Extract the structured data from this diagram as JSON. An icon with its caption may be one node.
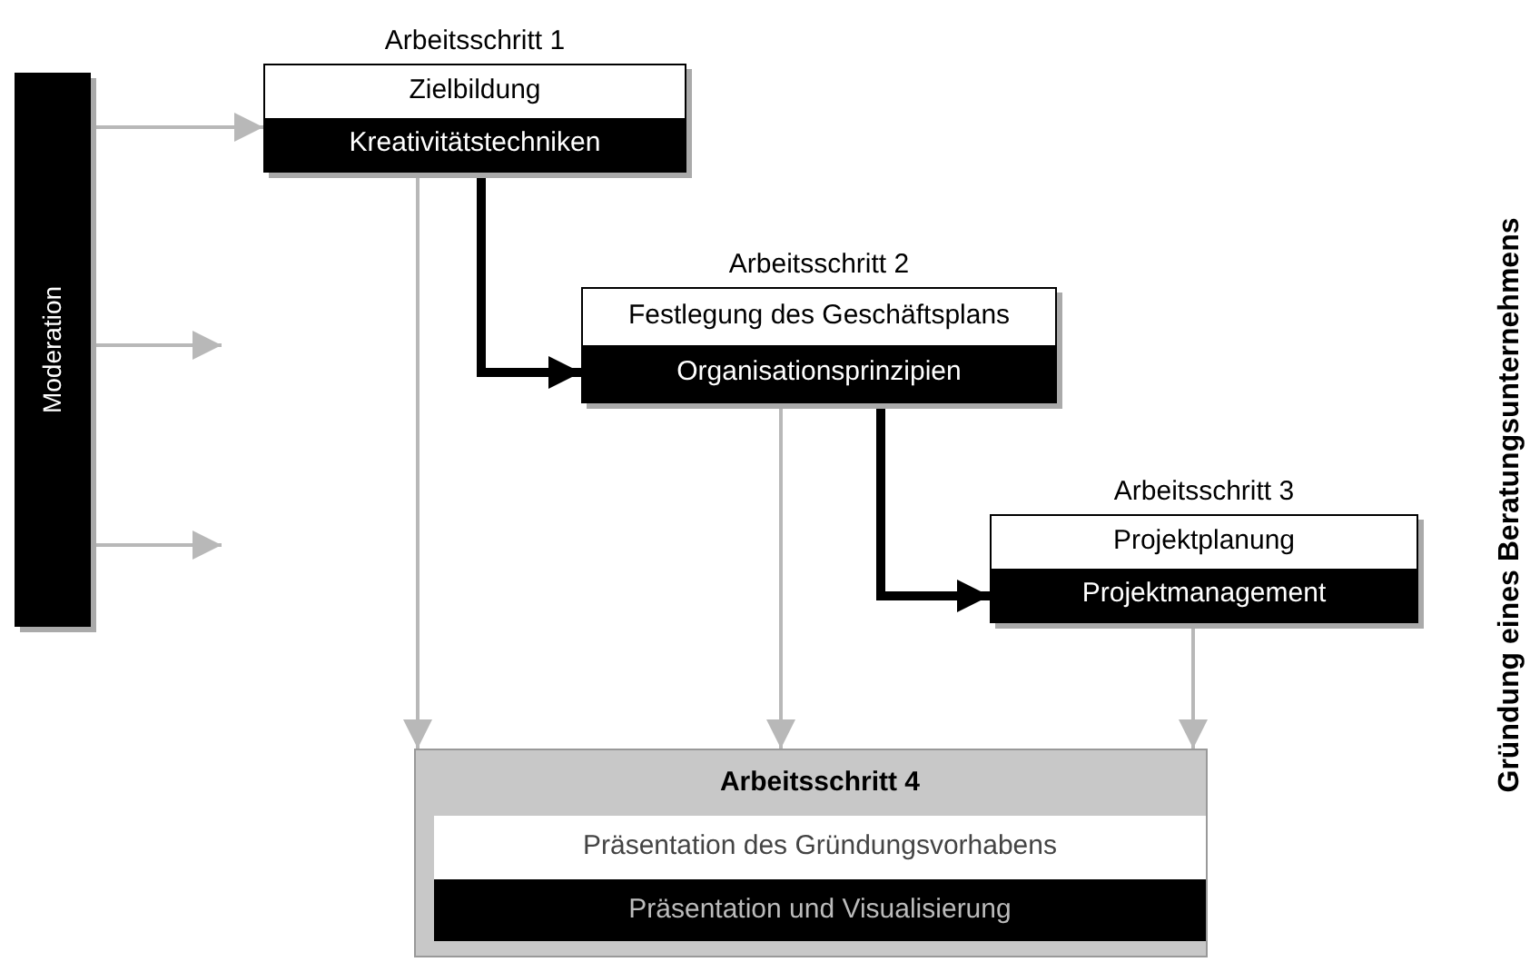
{
  "diagram": {
    "nodes": [
      {
        "text": [
          "Moderation"
        ]
      },
      {
        "text": [
          "Arbeitsschritt 1",
          "Zielbildung",
          "Kreativitätstechniken"
        ]
      },
      {
        "text": [
          "Arbeitsschritt 2",
          "Festlegung des Geschäftsplans",
          "Organisationsprinzipien"
        ]
      },
      {
        "text": [
          "Arbeitsschritt 3",
          "Projektplanung",
          "Projektmanagement"
        ]
      },
      {
        "text": [
          "Arbeitsschritt 4",
          "Präsentation des Gründungsvorhabens",
          "Präsentation und Visualisierung"
        ]
      }
    ],
    "edges": [
      {
        "from": 0,
        "to": 1,
        "arrow": "to"
      },
      {
        "from": 0,
        "to": null,
        "arrow": "to"
      },
      {
        "from": 0,
        "to": null,
        "arrow": "to"
      },
      {
        "from": 1,
        "to": 2,
        "arrow": "to",
        "style": "thick",
        "color": "#000000"
      },
      {
        "from": 2,
        "to": 3,
        "arrow": "to",
        "style": "thick",
        "color": "#000000"
      },
      {
        "from": 1,
        "to": 4,
        "arrow": "to"
      },
      {
        "from": 2,
        "to": 4,
        "arrow": "to"
      },
      {
        "from": 3,
        "to": 4,
        "arrow": "to"
      }
    ],
    "labels": [
      "Gründung eines Beratungsunternehmens"
    ]
  }
}
